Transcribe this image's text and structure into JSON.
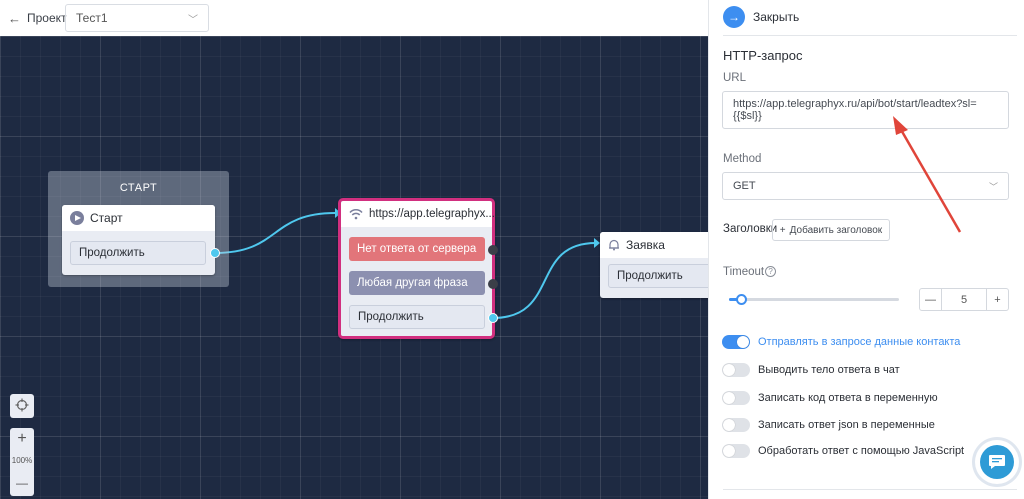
{
  "topbar": {
    "back_icon": "arrow-left-icon",
    "back_label": "Проект",
    "project_value": "Тест1"
  },
  "canvas": {
    "group_title": "СТАРТ",
    "start_node": {
      "title": "Старт",
      "continue": "Продолжить"
    },
    "http_node": {
      "title": "https://app.telegraphyx....",
      "btn_no_answer": "Нет ответа от сервера",
      "btn_any_phrase": "Любая другая фраза",
      "continue": "Продолжить"
    },
    "lead_node": {
      "title": "Заявка",
      "continue": "Продолжить"
    },
    "zoom": {
      "plus": "+",
      "level": "100%",
      "minus": "—"
    }
  },
  "panel": {
    "close_label": "Закрыть",
    "section_title": "HTTP-запрос",
    "url_label": "URL",
    "url_value": "https://app.telegraphyx.ru/api/bot/start/leadtex?sl={{$sl}}",
    "method_label": "Method",
    "method_value": "GET",
    "headers_label": "Заголовки",
    "add_header_label": "Добавить заголовок",
    "timeout_label": "Timeout",
    "timeout_value": "5",
    "timeout_slider_fraction": 0.07,
    "toggles": [
      {
        "label": "Отправлять в запросе данные контакта",
        "on": true
      },
      {
        "label": "Выводить тело ответа в чат",
        "on": false
      },
      {
        "label": "Записать код ответа в переменную",
        "on": false
      },
      {
        "label": "Записать ответ json в переменные",
        "on": false
      },
      {
        "label": "Обработать ответ с помощью JavaScript",
        "on": false
      }
    ]
  },
  "colors": {
    "accent": "#3d8ef0",
    "canvas_bg": "#1e2a42",
    "node_highlight": "#d12f7f",
    "wire": "#4fc8ee",
    "annotation_arrow": "#e0453a"
  }
}
